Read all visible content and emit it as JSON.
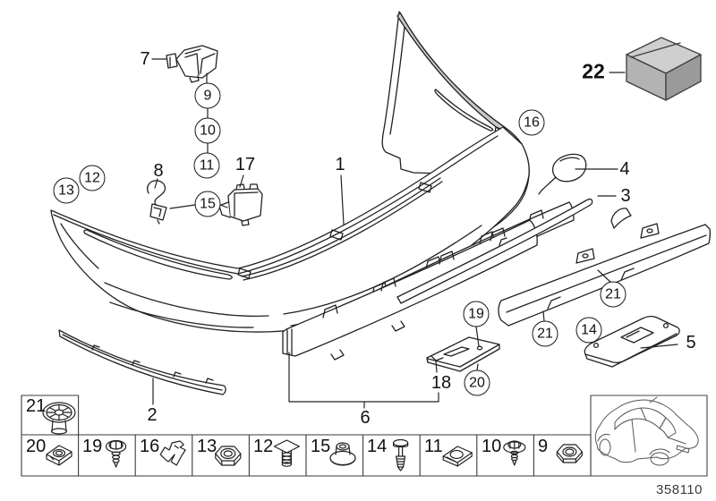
{
  "drawing_number": "358110",
  "kit_callout": {
    "label": "22"
  },
  "callouts": {
    "plain": [
      {
        "label": "7"
      },
      {
        "label": "8"
      },
      {
        "label": "17"
      },
      {
        "label": "1"
      },
      {
        "label": "4"
      },
      {
        "label": "3"
      },
      {
        "label": "5"
      },
      {
        "label": "2"
      },
      {
        "label": "18"
      },
      {
        "label": "6"
      }
    ],
    "circled": [
      {
        "label": "9"
      },
      {
        "label": "10"
      },
      {
        "label": "11"
      },
      {
        "label": "12"
      },
      {
        "label": "13"
      },
      {
        "label": "15"
      },
      {
        "label": "16"
      },
      {
        "label": "19"
      },
      {
        "label": "20"
      },
      {
        "label": "21"
      },
      {
        "label": "21"
      },
      {
        "label": "14"
      }
    ]
  },
  "legend": {
    "grommet_box": {
      "label": "21",
      "icon": "expanding-grommet-icon"
    },
    "cells": [
      {
        "label": "20",
        "icon": "cage-nut-icon"
      },
      {
        "label": "19",
        "icon": "flange-screw-icon"
      },
      {
        "label": "16",
        "icon": "clamp-bracket-icon"
      },
      {
        "label": "13",
        "icon": "hex-nut-icon"
      },
      {
        "label": "12",
        "icon": "square-head-bolt-icon"
      },
      {
        "label": "15",
        "icon": "flange-nut-icon"
      },
      {
        "label": "14",
        "icon": "expanding-rivet-icon"
      },
      {
        "label": "11",
        "icon": "speed-nut-clip-icon"
      },
      {
        "label": "10",
        "icon": "flange-screw-short-icon"
      },
      {
        "label": "9",
        "icon": "lock-nut-icon"
      }
    ],
    "car_thumbnail": {
      "icon": "car-rear-three-quarter-icon"
    }
  },
  "colors": {
    "line": "#222222",
    "kit_box_top": "#cfcfcf",
    "kit_box_front": "#b3b3b3",
    "kit_box_side": "#9a9a9a",
    "edge_band": "#c9c9c9"
  }
}
